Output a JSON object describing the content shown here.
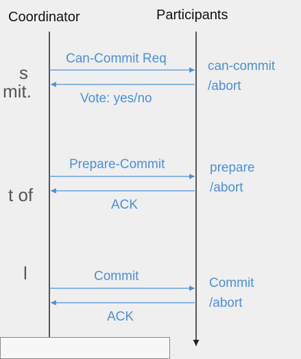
{
  "headers": {
    "coordinator": "Coordinator",
    "participants": "Participants"
  },
  "phases": [
    {
      "request": "Can-Commit Req",
      "response": "Vote: yes/no",
      "state_line1": "can-commit",
      "state_line2": "/abort"
    },
    {
      "request": "Prepare-Commit",
      "response": "ACK",
      "state_line1": "prepare",
      "state_line2": "/abort"
    },
    {
      "request": "Commit",
      "response": "ACK",
      "state_line1": "Commit",
      "state_line2": "/abort"
    }
  ],
  "background_text": [
    "s",
    "mit.",
    "t of",
    "l"
  ],
  "colors": {
    "arrow": "#4a90d9",
    "lifeline": "#222222",
    "background": "#efefef"
  }
}
